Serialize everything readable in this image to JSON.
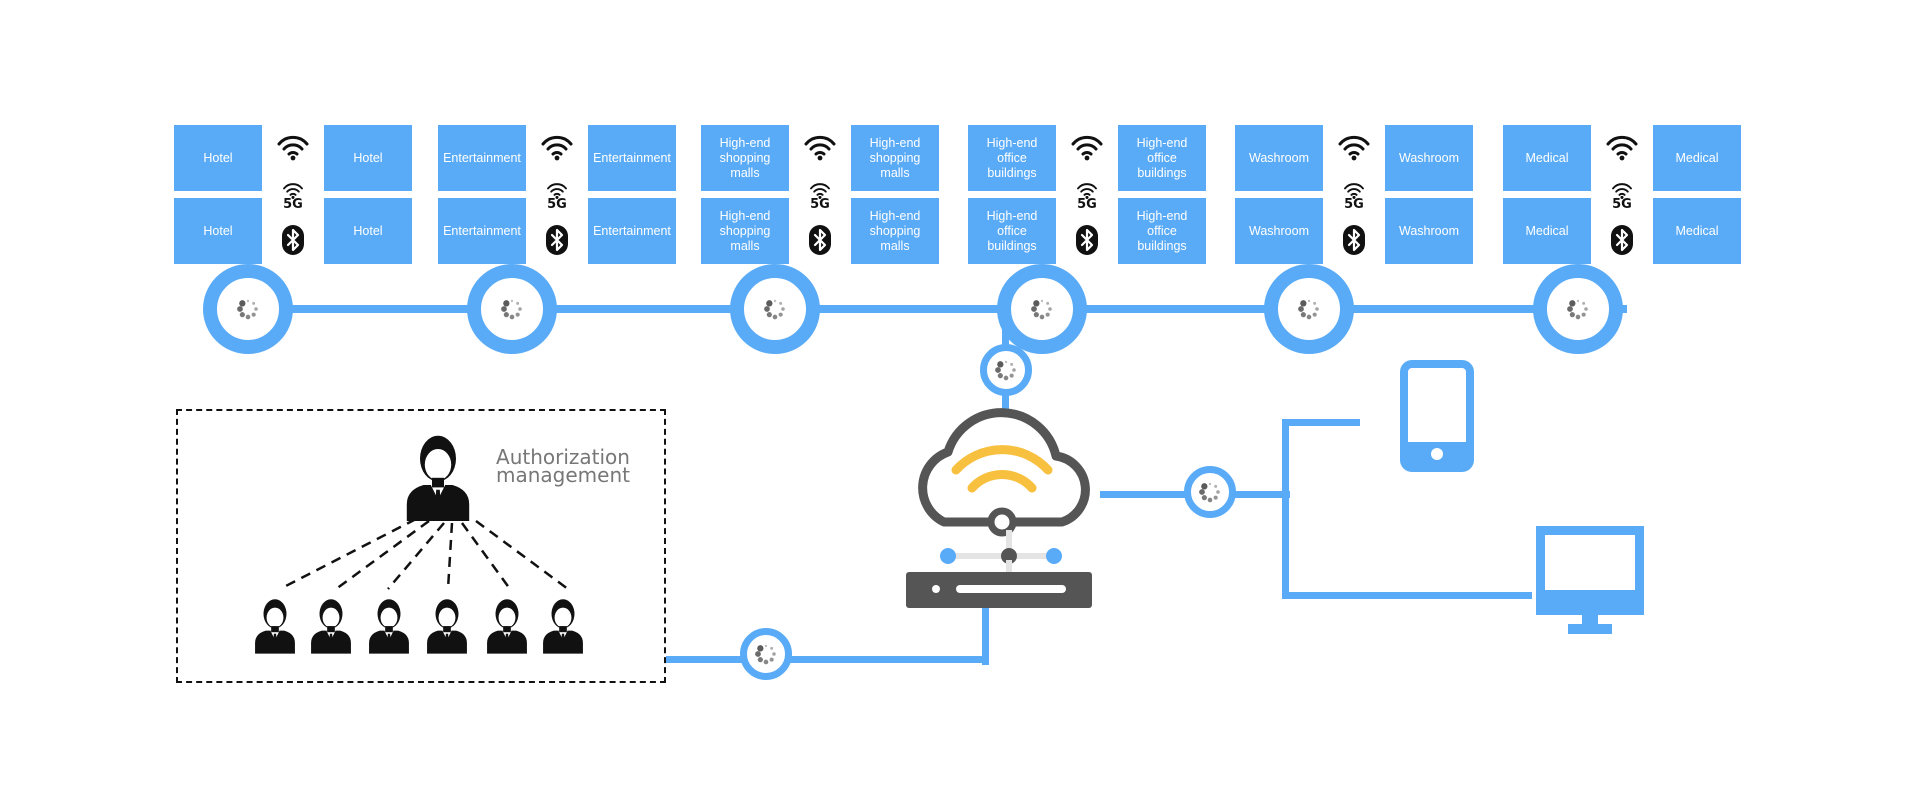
{
  "groups": [
    {
      "tiles": [
        "Hotel",
        "Hotel",
        "Hotel",
        "Hotel"
      ]
    },
    {
      "tiles": [
        "Entertainment",
        "Entertainment",
        "Entertainment",
        "Entertainment"
      ]
    },
    {
      "tiles": [
        "High-end shopping malls",
        "High-end shopping malls",
        "High-end shopping malls",
        "High-end shopping malls"
      ]
    },
    {
      "tiles": [
        "High-end office buildings",
        "High-end office buildings",
        "High-end office buildings",
        "High-end office buildings"
      ]
    },
    {
      "tiles": [
        "Washroom",
        "Washroom",
        "Washroom",
        "Washroom"
      ]
    },
    {
      "tiles": [
        "Medical",
        "Medical",
        "Medical",
        "Medical"
      ]
    }
  ],
  "connectivity_icons": [
    "wifi-icon",
    "5g-icon",
    "bluetooth-icon"
  ],
  "fiveg_label": "5G",
  "authorization": {
    "label": "Authorization management"
  },
  "devices": [
    "mobile-phone-icon",
    "desktop-monitor-icon"
  ],
  "colors": {
    "accent_blue": "#5aabf7",
    "cloud_gray": "#555555",
    "signal_yellow": "#f8c03f",
    "icon_black": "#111111",
    "label_gray": "#777777"
  }
}
